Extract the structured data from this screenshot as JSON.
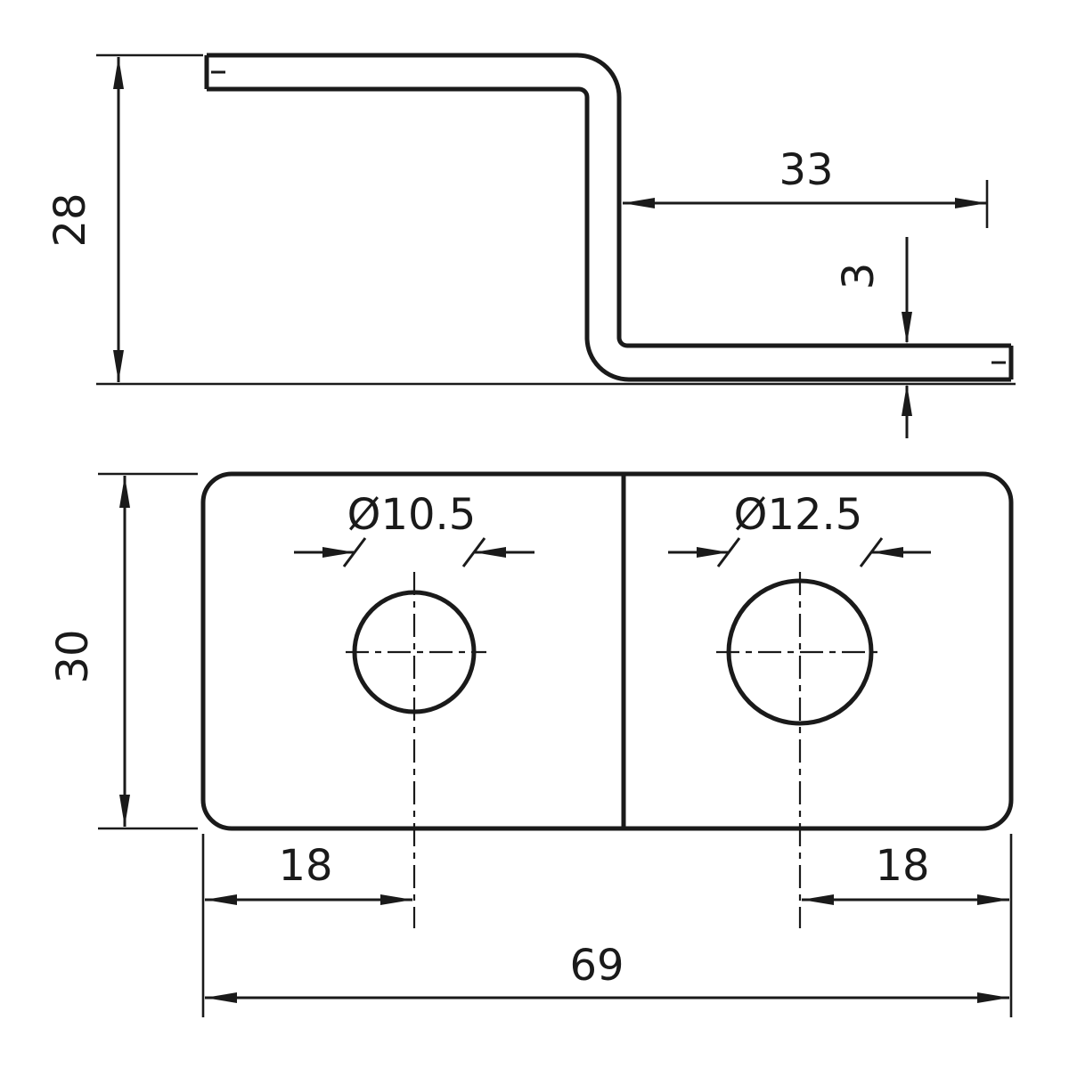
{
  "page": {
    "background_color": "#ffffff",
    "line_color": "#1a1a1a",
    "description_labels_only": true
  },
  "side_view": {
    "height_label": "28",
    "flange_length_label": "33",
    "thickness_label": "3"
  },
  "plan_view": {
    "width_label": "30",
    "left_hole_diameter_label": "Ø10.5",
    "right_hole_diameter_label": "Ø12.5",
    "left_hole_offset_label": "18",
    "right_hole_offset_label": "18",
    "overall_length_label": "69"
  }
}
